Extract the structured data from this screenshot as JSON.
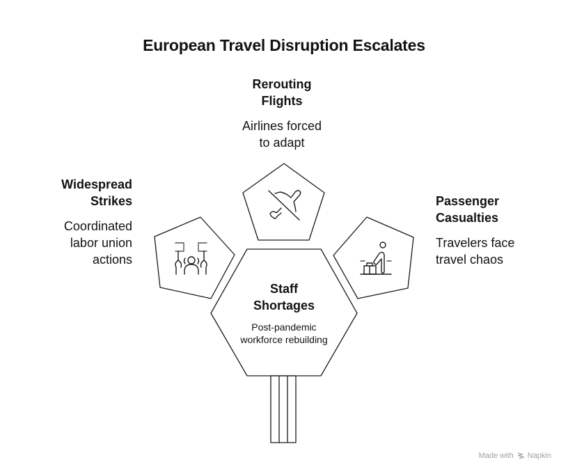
{
  "title": "European Travel Disruption Escalates",
  "center": {
    "heading": "Staff\nShortages",
    "description": "Post-pandemic\nworkforce rebuilding",
    "shape": "hexagon"
  },
  "nodes": [
    {
      "id": "rerouting-flights",
      "heading": "Rerouting\nFlights",
      "description": "Airlines forced\nto adapt",
      "icon": "airplane-off-icon",
      "position": "top"
    },
    {
      "id": "widespread-strikes",
      "heading": "Widespread\nStrikes",
      "description": "Coordinated\nlabor union\nactions",
      "icon": "protest-icon",
      "position": "left"
    },
    {
      "id": "passenger-casualties",
      "heading": "Passenger\nCasualties",
      "description": "Travelers face\ntravel chaos",
      "icon": "traveler-luggage-icon",
      "position": "right"
    }
  ],
  "footer": {
    "prefix": "Made with",
    "brand": "Napkin"
  },
  "colors": {
    "stroke": "#1a1a1a",
    "text": "#111111",
    "footer": "#a0a0a0"
  }
}
